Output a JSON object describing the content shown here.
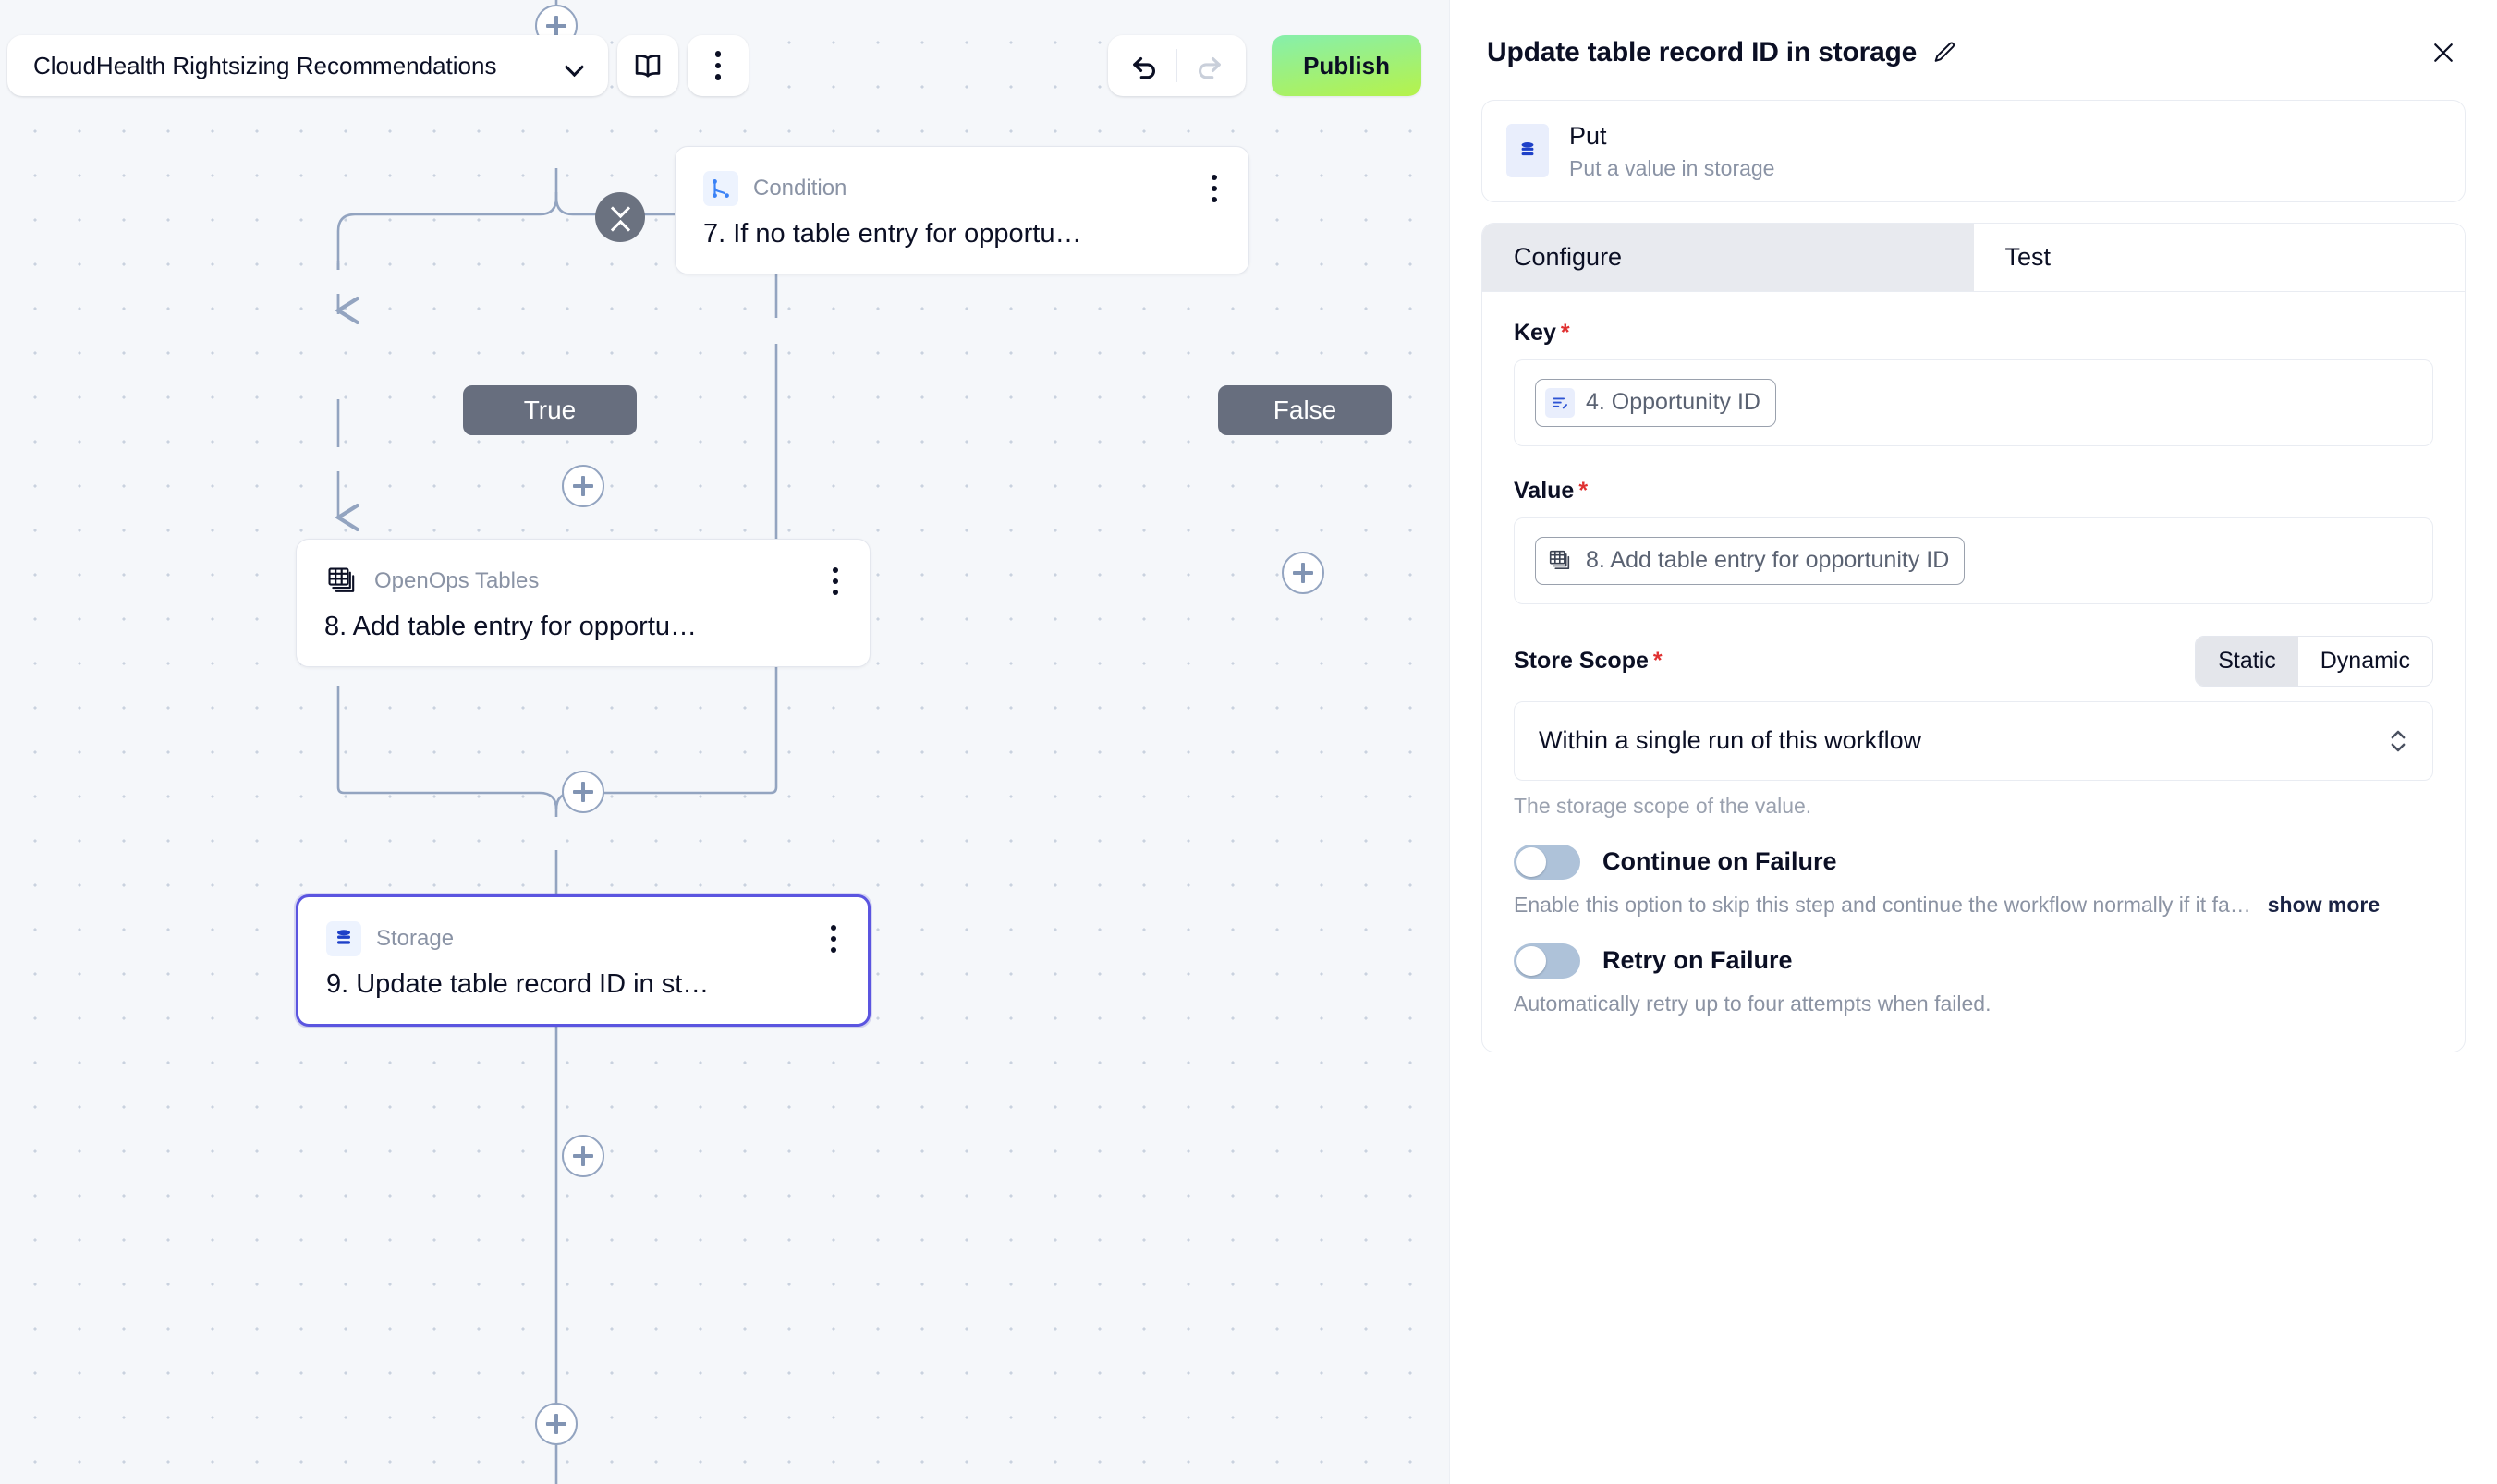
{
  "toolbar": {
    "workflow_name": "CloudHealth Rightsizing Recommendations",
    "chevron_icon": "chevron-down-icon",
    "docs_icon": "book-icon",
    "more_icon": "more-vertical-icon",
    "undo_icon": "undo-arrow-icon",
    "redo_icon": "redo-arrow-icon",
    "publish_label": "Publish",
    "publish_color": "#b6f24a"
  },
  "canvas": {
    "collapse_icon": "collapse-chevrons-icon",
    "add_step_icon": "plus-icon",
    "branches": [
      {
        "label": "True"
      },
      {
        "label": "False"
      }
    ],
    "nodes": [
      {
        "type": "Condition",
        "title": "7. If no table entry for opportu…",
        "icon": "branch-condition-icon",
        "selected": false
      },
      {
        "type": "OpenOps Tables",
        "title": "8. Add table entry for opportu…",
        "icon": "table-stack-icon",
        "selected": false
      },
      {
        "type": "Storage",
        "title": "9. Update table record ID in st…",
        "icon": "database-icon",
        "selected": true
      }
    ],
    "selected_border_color": "#5b55e0"
  },
  "panel": {
    "title": "Update table record ID in storage",
    "edit_icon": "pencil-icon",
    "close_icon": "close-icon",
    "action": {
      "icon": "database-icon",
      "name": "Put",
      "description": "Put a value in storage"
    },
    "tabs": [
      {
        "label": "Configure",
        "active": true
      },
      {
        "label": "Test",
        "active": false
      }
    ],
    "fields": {
      "key": {
        "label": "Key",
        "required_marker": "*",
        "chip_text": "4. Opportunity ID",
        "chip_icon": "form-text-icon"
      },
      "value": {
        "label": "Value",
        "required_marker": "*",
        "chip_text": "8. Add table entry for opportunity ID",
        "chip_icon": "table-stack-icon"
      },
      "store_scope": {
        "label": "Store Scope",
        "required_marker": "*",
        "mode_options": [
          "Static",
          "Dynamic"
        ],
        "mode_selected": "Static",
        "selected_value": "Within a single run of this workflow",
        "dropdown_icon": "chevron-up-down-icon",
        "help": "The storage scope of the value."
      }
    },
    "toggles": [
      {
        "label": "Continue on Failure",
        "state": "off",
        "description": "Enable this option to skip this step and continue the workflow normally if it fa…",
        "show_more_label": "show more"
      },
      {
        "label": "Retry on Failure",
        "state": "off",
        "description": "Automatically retry up to four attempts when failed."
      }
    ]
  }
}
